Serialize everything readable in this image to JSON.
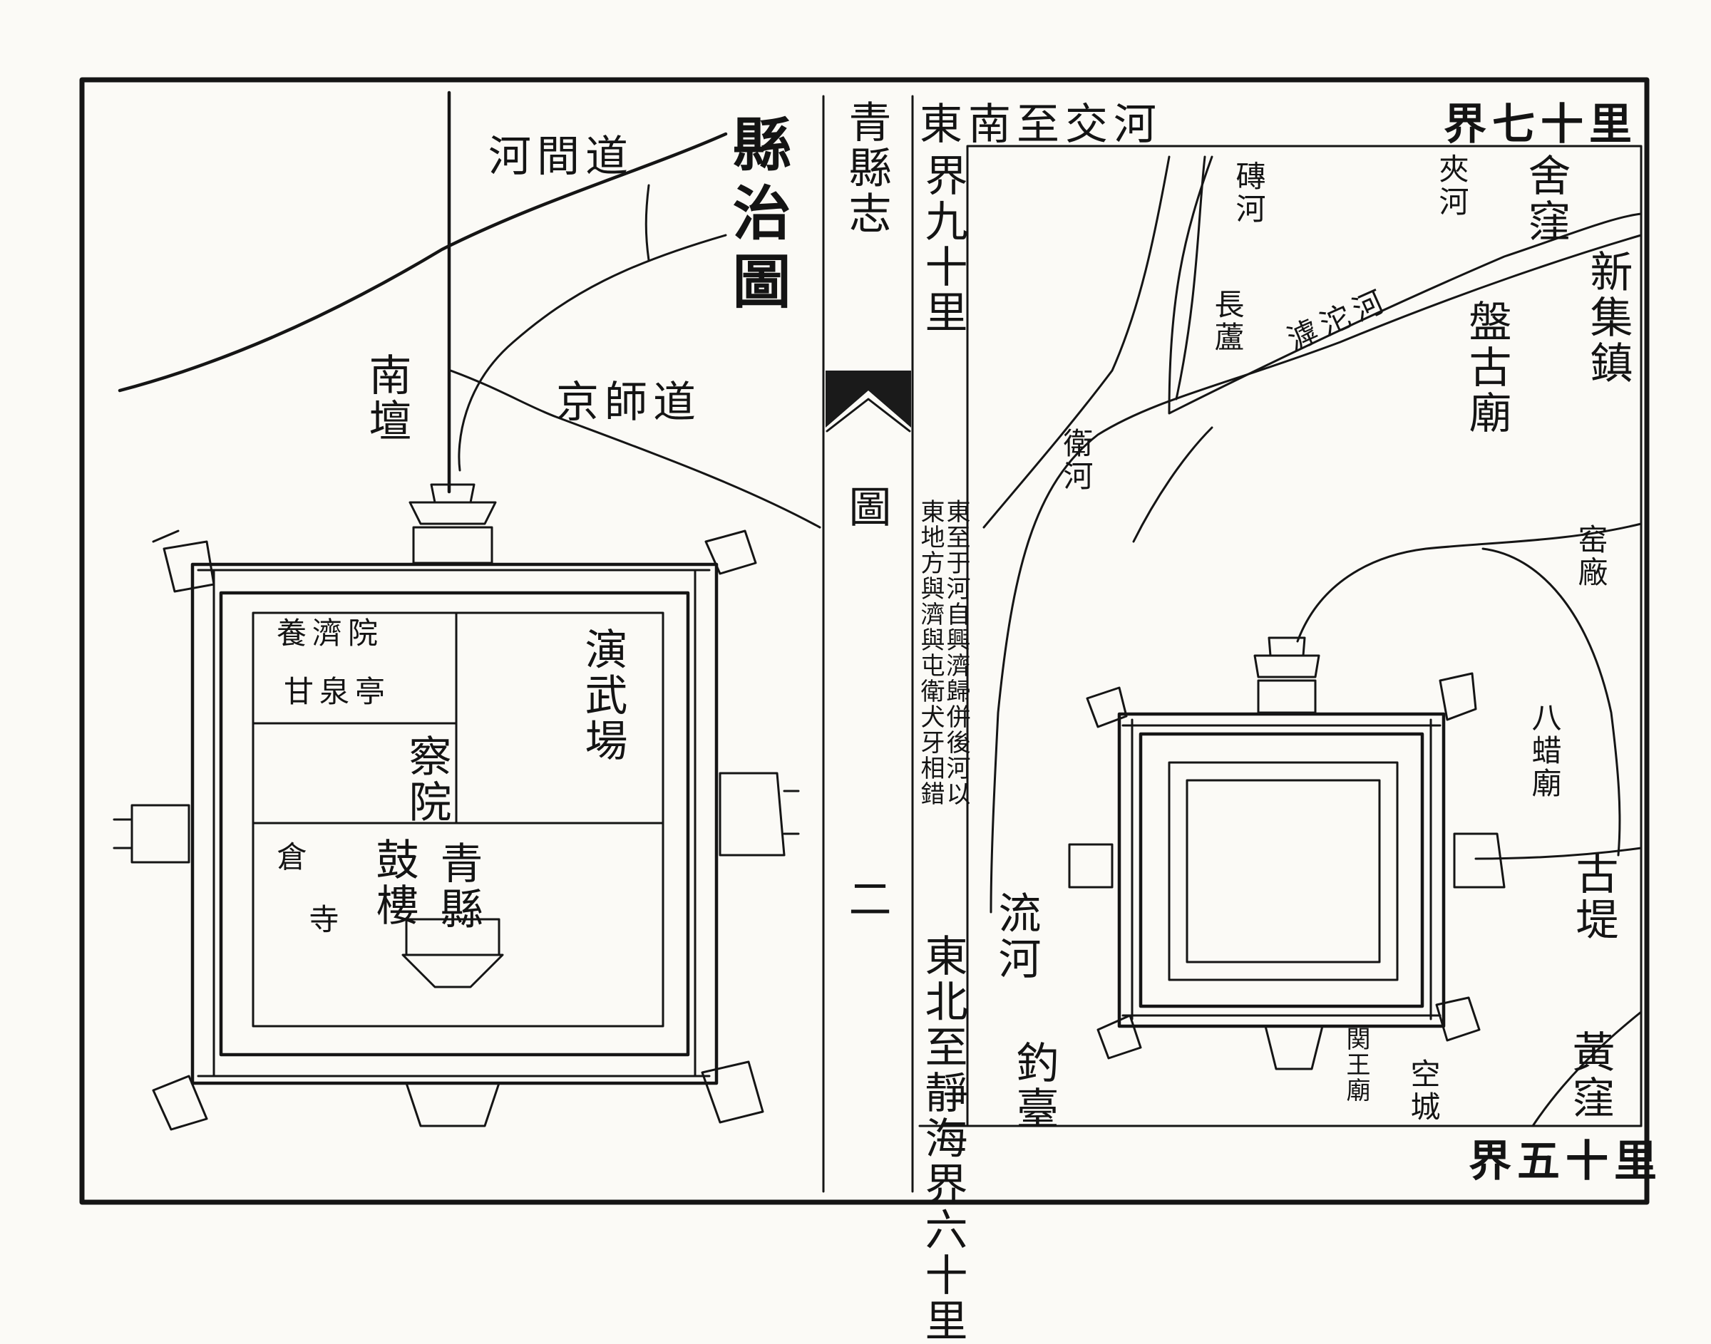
{
  "left_page": {
    "title": "縣治圖",
    "roads": {
      "hebing": "河間道",
      "jingshi": "京師道"
    },
    "nantan": "南壇",
    "buildings": {
      "yangji": "養濟院",
      "ganquan": "甘泉亭",
      "yanwu": "演武場",
      "chayuan": "察院",
      "cang": "倉",
      "si": "寺",
      "gulou": "鼓樓",
      "qingxian": "青縣"
    }
  },
  "center_column": {
    "book_title": "青縣志",
    "section": "圖",
    "page_number": "二"
  },
  "right_page": {
    "border_top_right": "界七十里",
    "border_top_center": "東南至交河",
    "border_right_column": "界九十里",
    "border_bottom_right": "界五十里",
    "border_bottom_center": "東北至靜海界六十里",
    "note_col_1": "東至于河自興濟歸併後河以",
    "note_col_2": "東地方與濟與屯衛犬牙相錯",
    "places": {
      "xinji": "新集鎮",
      "panhgu": "盤古廟",
      "chuyao": "窑廠",
      "bala": "八蜡廟",
      "gudi": "古堤",
      "huangwa": "黃窪",
      "kongcheng": "空城",
      "guanwang": "関王廟",
      "diaotai": "釣臺",
      "liuhe": "流河",
      "weihe": "衛河",
      "chentuo": "滹沱河",
      "changlu": "長蘆",
      "zhuanhe": "磚河",
      "jiahe": "夾河",
      "shewo": "舍窪"
    }
  }
}
